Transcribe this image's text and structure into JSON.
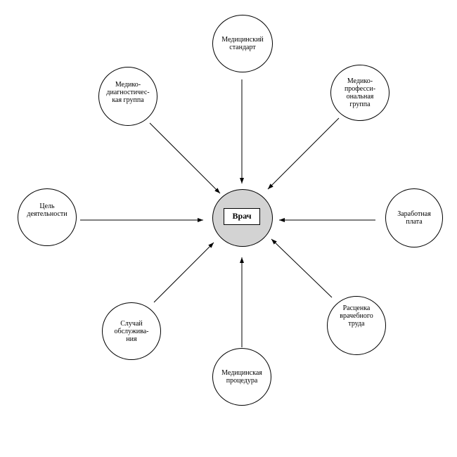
{
  "center": {
    "label": "Врач"
  },
  "nodes": [
    {
      "id": "medical-standard",
      "label": "Медицинский\nстандарт"
    },
    {
      "id": "medical-professional-group",
      "label": "Медико-\nпрофесси-\nональная\nгруппа"
    },
    {
      "id": "salary",
      "label": "Заработная\nплата"
    },
    {
      "id": "doctor-labor-rate",
      "label": "Расценка\nврачебного\nтруда"
    },
    {
      "id": "medical-procedure",
      "label": "Медицинская\nпроцедура"
    },
    {
      "id": "service-case",
      "label": "Случай\nобслужива-\nния"
    },
    {
      "id": "activity-goal",
      "label": "Цель\nдеятельности"
    },
    {
      "id": "medical-diagnostic-group",
      "label": "Медико-\nдиагностичес-\nкая группа"
    }
  ]
}
